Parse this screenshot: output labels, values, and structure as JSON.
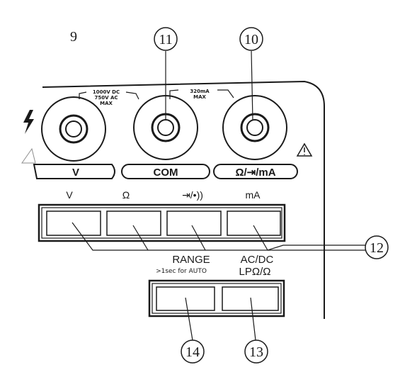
{
  "callouts": {
    "n9": "9",
    "n10": "10",
    "n11": "11",
    "n12": "12",
    "n13": "13",
    "n14": "14"
  },
  "jacks": {
    "v_rating_1": "1000V DC",
    "v_rating_2": "750V AC",
    "v_rating_3": "MAX",
    "ma_rating_1": "320mA",
    "ma_rating_2": "MAX",
    "v_label": "V",
    "com_label": "COM",
    "ma_label": "Ω/⇥/mA"
  },
  "function_buttons": {
    "v": "V",
    "ohm": "Ω",
    "diode": "⇥/•))",
    "ma": "mA"
  },
  "range_labels": {
    "range": "RANGE",
    "range_hint": ">1sec for AUTO",
    "acdc": "AC/DC",
    "lpo": "LPΩ/Ω"
  },
  "icons": {
    "hazard": "lightning-bolt-icon",
    "warning": "warning-triangle-icon"
  }
}
